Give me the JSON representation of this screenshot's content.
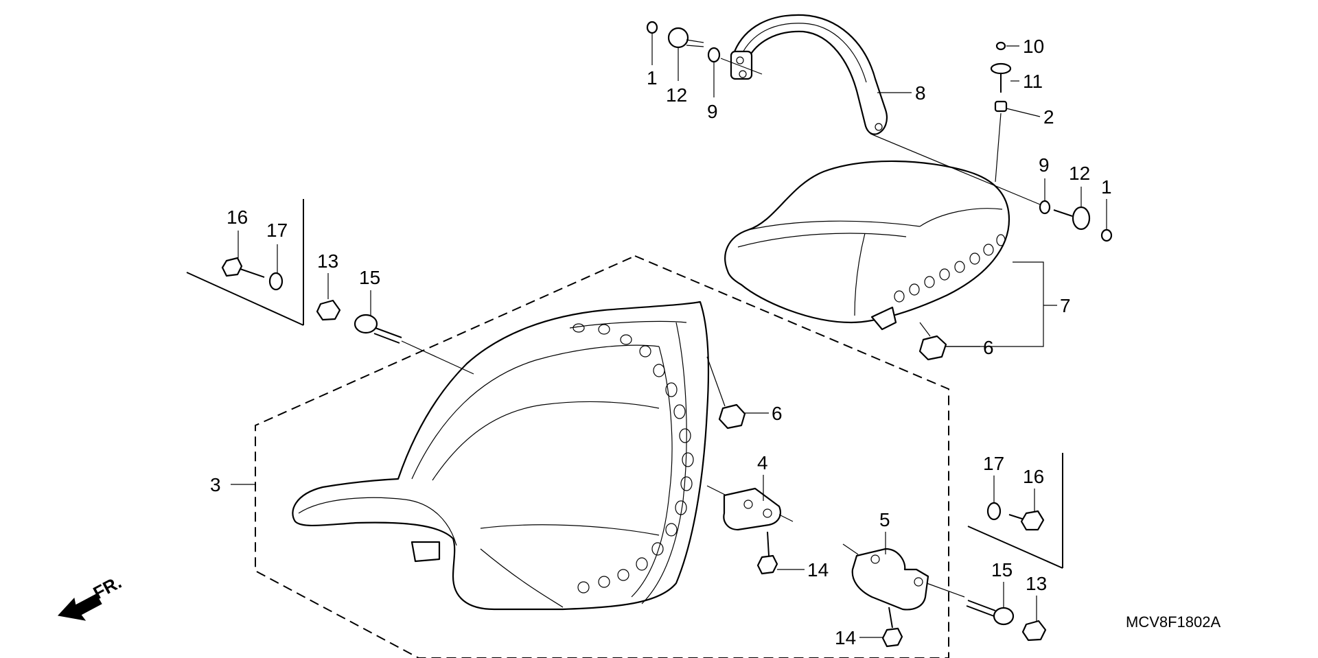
{
  "diagram": {
    "drawing_code": "MCV8F1802A",
    "direction_label": "FR.",
    "callouts": [
      {
        "id": "c1a",
        "label": "1"
      },
      {
        "id": "c12a",
        "label": "12"
      },
      {
        "id": "c9a",
        "label": "9"
      },
      {
        "id": "c8",
        "label": "8"
      },
      {
        "id": "c10",
        "label": "10"
      },
      {
        "id": "c11",
        "label": "11"
      },
      {
        "id": "c2",
        "label": "2"
      },
      {
        "id": "c9b",
        "label": "9"
      },
      {
        "id": "c12b",
        "label": "12"
      },
      {
        "id": "c1b",
        "label": "1"
      },
      {
        "id": "c7",
        "label": "7"
      },
      {
        "id": "c6a",
        "label": "6"
      },
      {
        "id": "c16a",
        "label": "16"
      },
      {
        "id": "c17a",
        "label": "17"
      },
      {
        "id": "c13a",
        "label": "13"
      },
      {
        "id": "c15a",
        "label": "15"
      },
      {
        "id": "c6b",
        "label": "6"
      },
      {
        "id": "c3",
        "label": "3"
      },
      {
        "id": "c4",
        "label": "4"
      },
      {
        "id": "c14a",
        "label": "14"
      },
      {
        "id": "c5",
        "label": "5"
      },
      {
        "id": "c14b",
        "label": "14"
      },
      {
        "id": "c17b",
        "label": "17"
      },
      {
        "id": "c16b",
        "label": "16"
      },
      {
        "id": "c15b",
        "label": "15"
      },
      {
        "id": "c13b",
        "label": "13"
      }
    ]
  }
}
